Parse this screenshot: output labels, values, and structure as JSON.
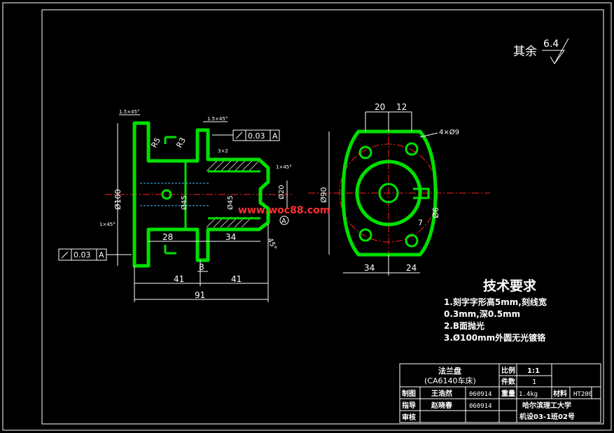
{
  "roughness": {
    "prefix": "其余",
    "value": "6.4"
  },
  "left_view": {
    "chamfer_top_left": "1.5×45°",
    "chamfer_top_mid": "1.5×45°",
    "chamfer_right": "1×45°",
    "chamfer_left": "1×45°",
    "radius_r5": "R5",
    "radius_r3": "R3",
    "thread_label": "3×2",
    "dia_100": "Ø100",
    "dia_45_a": "Ø45",
    "dia_45_b": "Ø45",
    "dia_20": "Ø20",
    "datum_a": "A",
    "tolerance_top": {
      "value": "0.03",
      "datum": "A"
    },
    "tolerance_left": {
      "value": "0.03",
      "datum": "A"
    },
    "dim_28": "28",
    "dim_34": "34",
    "dim_8": "8",
    "dim_41_left": "41",
    "dim_41_right": "41",
    "dim_91": "91",
    "angle_label": "45°"
  },
  "right_view": {
    "dim_20": "20",
    "dim_12": "12",
    "holes": "4×Ø9",
    "dia_90": "Ø90",
    "dia_6": "Ø6",
    "dim_7": "7",
    "dim_34": "34",
    "dim_24": "24"
  },
  "watermark": "www.woc88.com",
  "tech_req": {
    "title": "技术要求",
    "items": [
      "1.刻字字形高5mm,刻线宽",
      "0.3mm,深0.5mm",
      "2.B面抛光",
      "3.Ø100mm外圆无光镀铬"
    ]
  },
  "title_block": {
    "part_name": "法兰盘",
    "model": "(CA6140车床)",
    "scale_label": "比例",
    "scale_value": "1:1",
    "count_label": "件数",
    "count_value": "1",
    "drawn_label": "制图",
    "drawn_name": "王浩然",
    "drawn_date": "060914",
    "weight_label": "重量",
    "weight_value": "1.4kg",
    "material_label": "材料",
    "material_value": "HT200",
    "guide_label": "指导",
    "guide_name": "赵晓春",
    "guide_date": "060914",
    "review_label": "审核",
    "school": "哈尔滨理工大学",
    "class": "机设03-1班02号"
  }
}
